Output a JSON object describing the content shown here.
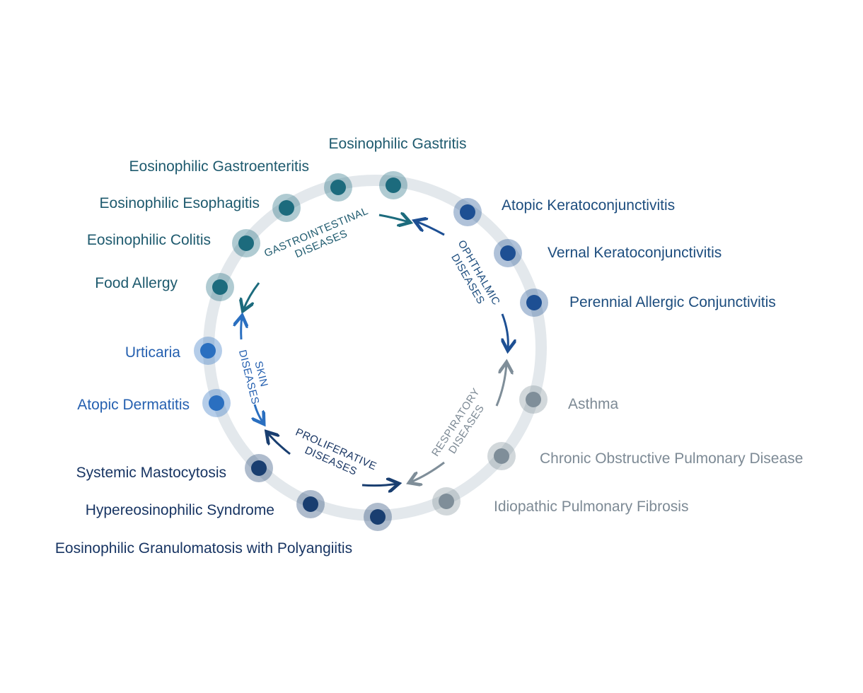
{
  "colors": {
    "ring": "#e3e8ec",
    "gastro": "#1c6b7d",
    "ophthalmic": "#1d4f93",
    "skin": "#2a6fc0",
    "proliferative": "#193e70",
    "respiratory": "#7f8e99",
    "text_gastro": "#1e5a6e",
    "text_ophthalmic": "#1d4d7e",
    "text_skin": "#2560b0",
    "text_proliferative": "#183563",
    "text_respiratory": "#7d8a95"
  },
  "diseases": [
    {
      "label": "Eosinophilic Gastritis",
      "group": "gastro"
    },
    {
      "label": "Eosinophilic Gastroenteritis",
      "group": "gastro"
    },
    {
      "label": "Eosinophilic Esophagitis",
      "group": "gastro"
    },
    {
      "label": "Eosinophilic Colitis",
      "group": "gastro"
    },
    {
      "label": "Food Allergy",
      "group": "gastro"
    },
    {
      "label": "Atopic Keratoconjunctivitis",
      "group": "ophthalmic"
    },
    {
      "label": "Vernal Keratoconjunctivitis",
      "group": "ophthalmic"
    },
    {
      "label": "Perennial Allergic Conjunctivitis",
      "group": "ophthalmic"
    },
    {
      "label": "Urticaria",
      "group": "skin"
    },
    {
      "label": "Atopic Dermatitis",
      "group": "skin"
    },
    {
      "label": "Asthma",
      "group": "respiratory"
    },
    {
      "label": "Chronic Obstructive Pulmonary Disease",
      "group": "respiratory"
    },
    {
      "label": "Idiopathic Pulmonary Fibrosis",
      "group": "respiratory"
    },
    {
      "label": "Systemic Mastocytosis",
      "group": "proliferative"
    },
    {
      "label": "Hypereosinophilic Syndrome",
      "group": "proliferative"
    },
    {
      "label": "Eosinophilic Granulomatosis with Polyangiitis",
      "group": "proliferative"
    }
  ],
  "categories": {
    "gastro": {
      "line1": "GASTROINTESTINAL",
      "line2": "DISEASES"
    },
    "ophthalmic": {
      "line1": "OPHTHALMIC",
      "line2": "DISEASES"
    },
    "skin": {
      "line1": "SKIN",
      "line2": "DISEASES"
    },
    "proliferative": {
      "line1": "PROLIFERATIVE",
      "line2": "DISEASES"
    },
    "respiratory": {
      "line1": "RESPIRATORY",
      "line2": "DISEASES"
    }
  }
}
